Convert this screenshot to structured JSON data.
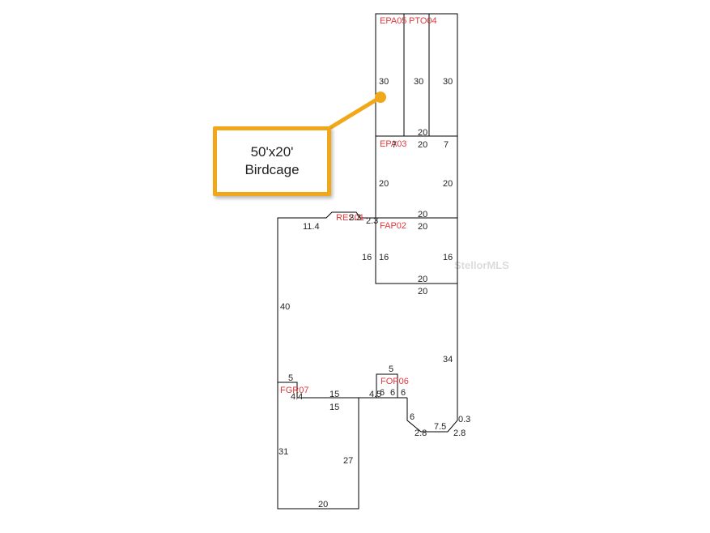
{
  "callout": {
    "line1": "50'x20'",
    "line2": "Birdcage"
  },
  "watermark": "StellorMLS",
  "colors": {
    "accent": "#f0a81a",
    "code": "#e0383c",
    "line": "#000000"
  },
  "area_codes": {
    "epa05": "EPA05",
    "pto04": "PTO04",
    "epa03": "EPA03",
    "fap02": "FAP02",
    "res01": "RES01",
    "fgr07": "FGR07",
    "fop06": "FOP06"
  },
  "dimensions": {
    "pto_a_height": "30",
    "pto_b_height": "30",
    "pto_c_height": "30",
    "pto_bottom": "20",
    "epa03_top_left": "7",
    "epa03_top_mid": "20",
    "epa03_top_right": "7",
    "epa03_left": "20",
    "epa03_right": "20",
    "epa03_bottom": "20",
    "res_top_left": "11.4",
    "res_top_notch": "2.3",
    "res_top_right": "2.3",
    "fap02_top": "20",
    "fap02_left_outer": "16",
    "fap02_left": "16",
    "fap02_right": "16",
    "fap02_bottom_in": "20",
    "fap02_bottom_out": "20",
    "res_left": "40",
    "res_right": "34",
    "fop_top": "5",
    "fop_left": "6",
    "fop_inner": "6",
    "fop_right": "6",
    "fop_side": "4.5",
    "fgr_top": "5",
    "fgr_side": "4.4",
    "garage_top_outer": "15",
    "garage_top_inner": "15",
    "right_step": "6",
    "bottom_short": "2.8",
    "bottom_mid": "7.5",
    "corner_small": "0.3",
    "corner_right": "2.8",
    "garage_left": "31",
    "garage_right": "27",
    "garage_bottom": "20"
  }
}
